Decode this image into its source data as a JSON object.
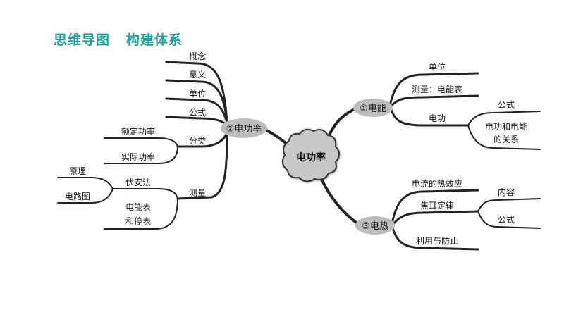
{
  "heading": {
    "part1": "思维导图",
    "part2": "构建体系"
  },
  "center": "电功率",
  "branches": {
    "diangong_lv": {
      "label": "②电功率",
      "items": [
        "概念",
        "意义",
        "单位",
        "公式",
        "分类",
        "测量"
      ],
      "fenlei": [
        "额定功率",
        "实际功率"
      ],
      "celiang": {
        "fuanfa": "伏安法",
        "fuanfa_sub": [
          "原理",
          "电路图"
        ],
        "dianneng_l1": "电能表",
        "dianneng_l2": "和停表"
      }
    },
    "dianneng": {
      "label": "①电能",
      "items": [
        "单位",
        "测量：电能表",
        "电功"
      ],
      "diangong": {
        "formula": "公式",
        "rel_l1": "电功和电能",
        "rel_l2": "的关系"
      }
    },
    "dianre": {
      "label": "③电热",
      "items": [
        "电流的热效应",
        "焦耳定律",
        "利用与防止"
      ],
      "jiaoer": [
        "内容",
        "公式"
      ]
    }
  }
}
